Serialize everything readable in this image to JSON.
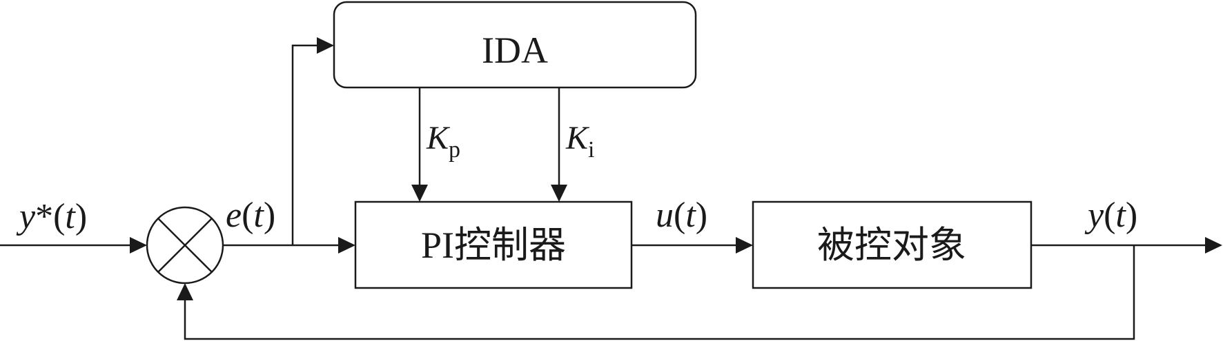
{
  "blocks": {
    "ida": "IDA",
    "controller": "PI控制器",
    "plant": "被控对象"
  },
  "signals": {
    "reference": {
      "base": "y",
      "mark": "*",
      "open": "(",
      "var": "t",
      "close": ")"
    },
    "error": {
      "base": "e",
      "open": "(",
      "var": "t",
      "close": ")"
    },
    "control": {
      "base": "u",
      "open": "(",
      "var": "t",
      "close": ")"
    },
    "output": {
      "base": "y",
      "open": "(",
      "var": "t",
      "close": ")"
    }
  },
  "gains": {
    "kp": {
      "base": "K",
      "sub": "p"
    },
    "ki": {
      "base": "K",
      "sub": "i"
    }
  }
}
